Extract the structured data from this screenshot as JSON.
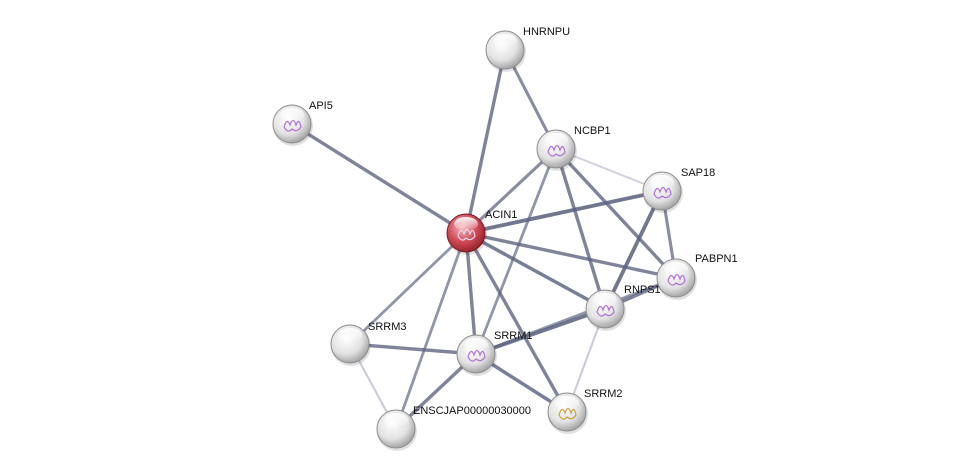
{
  "network": {
    "nodes": [
      {
        "id": "HNRNPU",
        "label": "HNRNPU",
        "color": "#d8d8d8",
        "structure": false
      },
      {
        "id": "API5",
        "label": "API5",
        "color": "#d8d8d8",
        "structure": true
      },
      {
        "id": "NCBP1",
        "label": "NCBP1",
        "color": "#d8d8d8",
        "structure": true
      },
      {
        "id": "SAP18",
        "label": "SAP18",
        "color": "#d8d8d8",
        "structure": true
      },
      {
        "id": "ACIN1",
        "label": "ACIN1",
        "color": "#c8404c",
        "structure": true
      },
      {
        "id": "PABPN1",
        "label": "PABPN1",
        "color": "#d8d8d8",
        "structure": true
      },
      {
        "id": "RNPS1",
        "label": "RNPS1",
        "color": "#d8d8d8",
        "structure": true
      },
      {
        "id": "SRRM3",
        "label": "SRRM3",
        "color": "#d8d8d8",
        "structure": false
      },
      {
        "id": "SRRM1",
        "label": "SRRM1",
        "color": "#d8d8d8",
        "structure": true
      },
      {
        "id": "SRRM2",
        "label": "SRRM2",
        "color": "#d8d8d8",
        "structure": true
      },
      {
        "id": "ENSCJAP",
        "label": "ENSCJAP00000030000",
        "color": "#d8d8d8",
        "structure": false
      }
    ],
    "edges": [
      [
        "ACIN1",
        "HNRNPU",
        0.8
      ],
      [
        "ACIN1",
        "API5",
        0.8
      ],
      [
        "ACIN1",
        "NCBP1",
        0.7
      ],
      [
        "ACIN1",
        "SAP18",
        0.95
      ],
      [
        "ACIN1",
        "PABPN1",
        0.8
      ],
      [
        "ACIN1",
        "RNPS1",
        0.85
      ],
      [
        "ACIN1",
        "SRRM3",
        0.6
      ],
      [
        "ACIN1",
        "SRRM1",
        0.8
      ],
      [
        "ACIN1",
        "SRRM2",
        0.8
      ],
      [
        "ACIN1",
        "ENSCJAP",
        0.6
      ],
      [
        "HNRNPU",
        "NCBP1",
        0.7
      ],
      [
        "NCBP1",
        "SAP18",
        0.3
      ],
      [
        "NCBP1",
        "PABPN1",
        0.8
      ],
      [
        "NCBP1",
        "RNPS1",
        0.8
      ],
      [
        "NCBP1",
        "SRRM1",
        0.6
      ],
      [
        "SAP18",
        "RNPS1",
        0.95
      ],
      [
        "SAP18",
        "PABPN1",
        0.7
      ],
      [
        "PABPN1",
        "RNPS1",
        0.8
      ],
      [
        "RNPS1",
        "SRRM1",
        0.95
      ],
      [
        "PABPN1",
        "SRRM1",
        0.6
      ],
      [
        "RNPS1",
        "SRRM2",
        0.4
      ],
      [
        "SRRM1",
        "SRRM3",
        0.8
      ],
      [
        "SRRM1",
        "SRRM2",
        0.85
      ],
      [
        "SRRM1",
        "ENSCJAP",
        0.8
      ],
      [
        "SRRM3",
        "ENSCJAP",
        0.4
      ]
    ]
  }
}
